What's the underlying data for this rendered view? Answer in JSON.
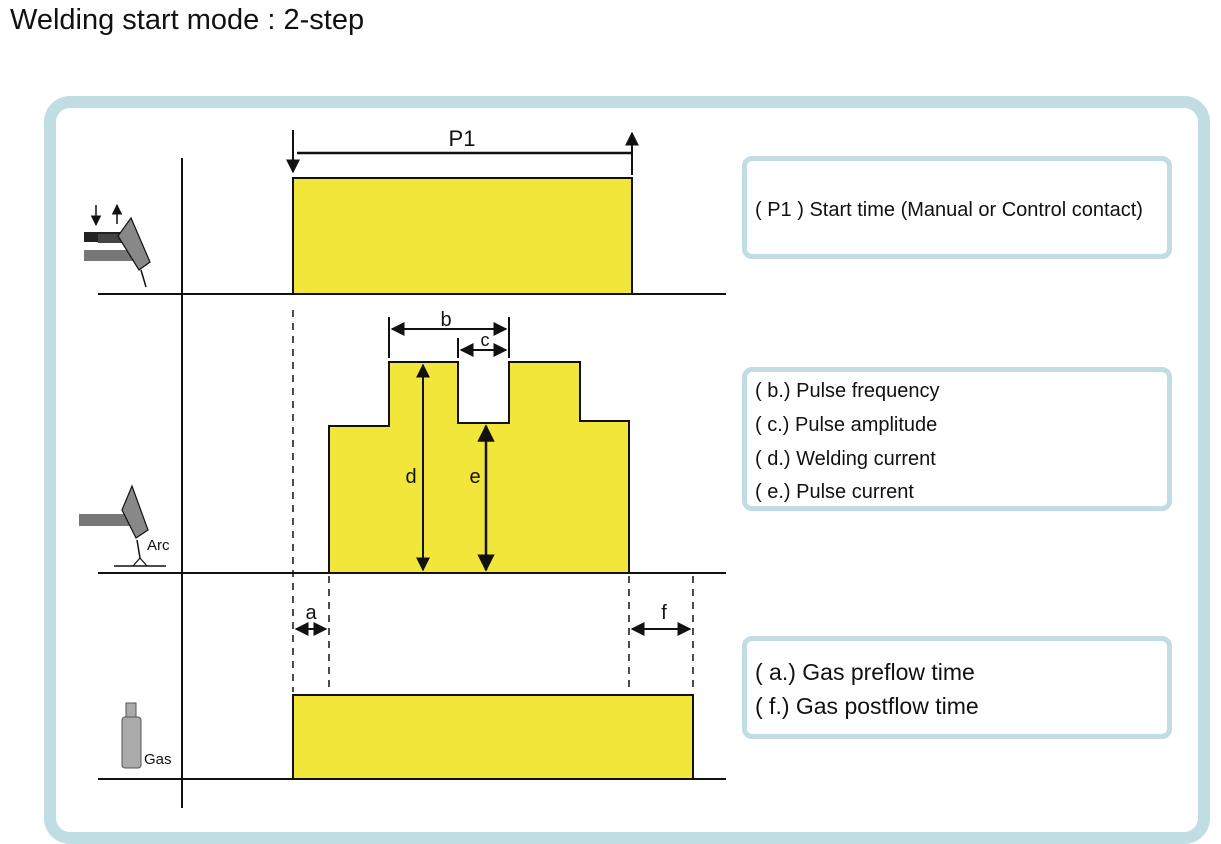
{
  "title": "Welding start mode : 2-step",
  "colors": {
    "frame": "#bfdde2",
    "fill": "#f2e63a",
    "line": "#111111"
  },
  "diagram": {
    "p1_label": "P1",
    "pulse_labels": {
      "b": "b",
      "c": "c",
      "d": "d",
      "e": "e"
    },
    "gas_labels": {
      "a": "a",
      "f": "f"
    },
    "icon_labels": {
      "arc": "Arc",
      "gas": "Gas"
    }
  },
  "legend": {
    "p1": [
      "( P1 ) Start time (Manual or Control contact)"
    ],
    "pulse": [
      "( b.) Pulse frequency",
      "( c.) Pulse amplitude",
      "( d.) Welding current",
      "( e.) Pulse current"
    ],
    "gas": [
      "( a.) Gas preflow time",
      "( f.) Gas postflow time"
    ]
  }
}
